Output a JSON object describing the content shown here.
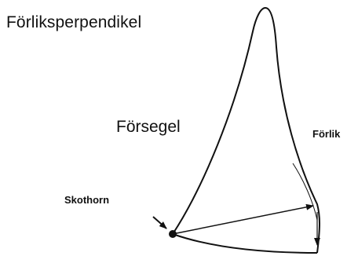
{
  "diagram": {
    "title": "Förliksperpendikel",
    "labels": {
      "sail": "Försegel",
      "luff": "Förlik",
      "clew": "Skothorn"
    }
  }
}
